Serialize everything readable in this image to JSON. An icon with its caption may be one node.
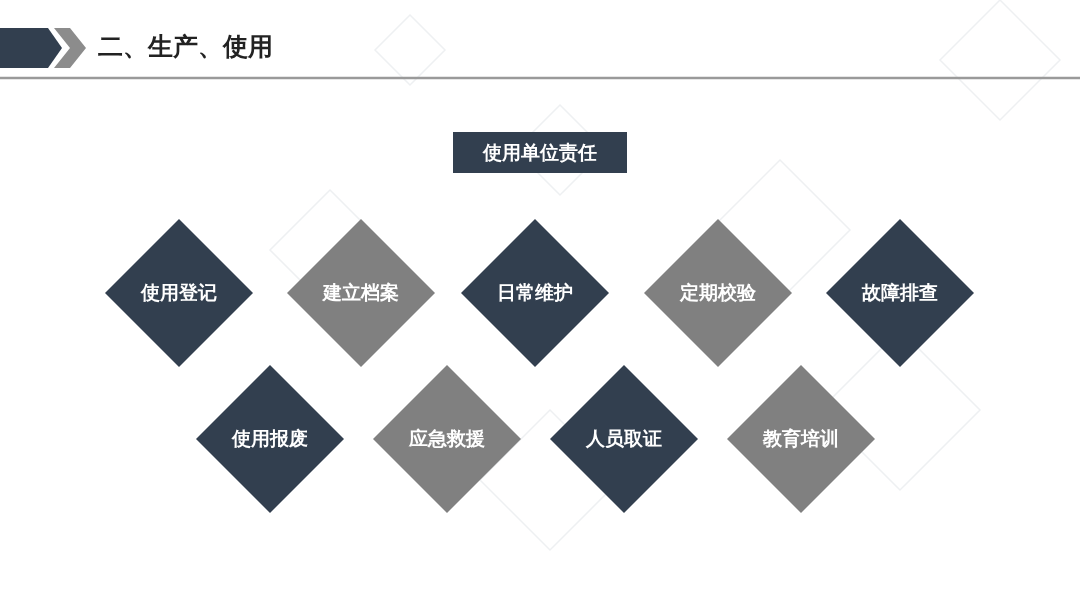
{
  "diagram": {
    "title": "二、生产、使用",
    "nodes": [
      {
        "text": [
          "使用单位责任"
        ]
      },
      {
        "text": [
          "使用登记"
        ]
      },
      {
        "text": [
          "建立档案"
        ]
      },
      {
        "text": [
          "日常维护"
        ]
      },
      {
        "text": [
          "定期校验"
        ]
      },
      {
        "text": [
          "故障排查"
        ]
      },
      {
        "text": [
          "使用报废"
        ]
      },
      {
        "text": [
          "应急救援"
        ]
      },
      {
        "text": [
          "人员取证"
        ]
      },
      {
        "text": [
          "教育培训"
        ]
      }
    ],
    "edges": []
  }
}
